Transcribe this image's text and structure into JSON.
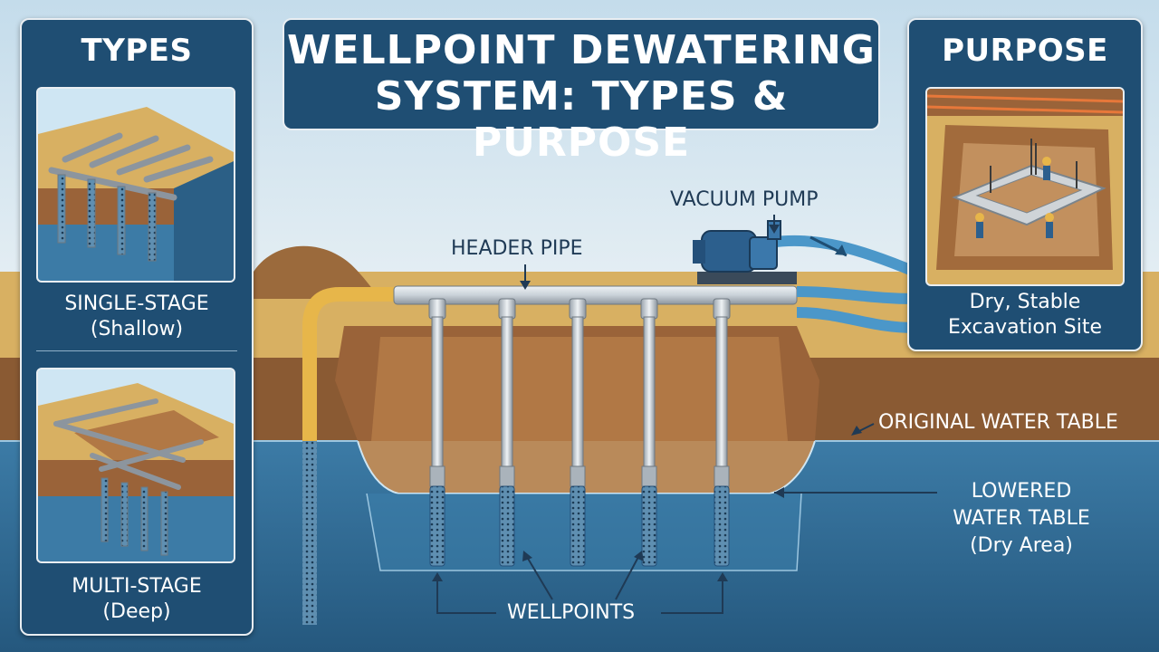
{
  "title": {
    "line1": "WELLPOINT DEWATERING",
    "line2": "SYSTEM: TYPES & PURPOSE"
  },
  "types_panel": {
    "heading": "TYPES",
    "single_stage": {
      "line1": "SINGLE-STAGE",
      "line2": "(Shallow)"
    },
    "multi_stage": {
      "line1": "MULTI-STAGE",
      "line2": "(Deep)"
    }
  },
  "purpose_panel": {
    "heading": "PURPOSE",
    "caption_line1": "Dry, Stable",
    "caption_line2": "Excavation Site"
  },
  "labels": {
    "vacuum_pump": "VACUUM PUMP",
    "header_pipe": "HEADER PIPE",
    "original_water_table": "ORIGINAL WATER TABLE",
    "lowered_line1": "LOWERED",
    "lowered_line2": "WATER TABLE",
    "lowered_line3": "(Dry Area)",
    "wellpoints": "WELLPOINTS"
  },
  "colors": {
    "panel": "#1f4e73",
    "sky": "#cfe3ef",
    "soil": "#8a5a33",
    "water": "#2f6e99",
    "pipe": "#c9d1d8",
    "accent_yellow": "#e7b64a",
    "accent_blue": "#4b97c9"
  }
}
